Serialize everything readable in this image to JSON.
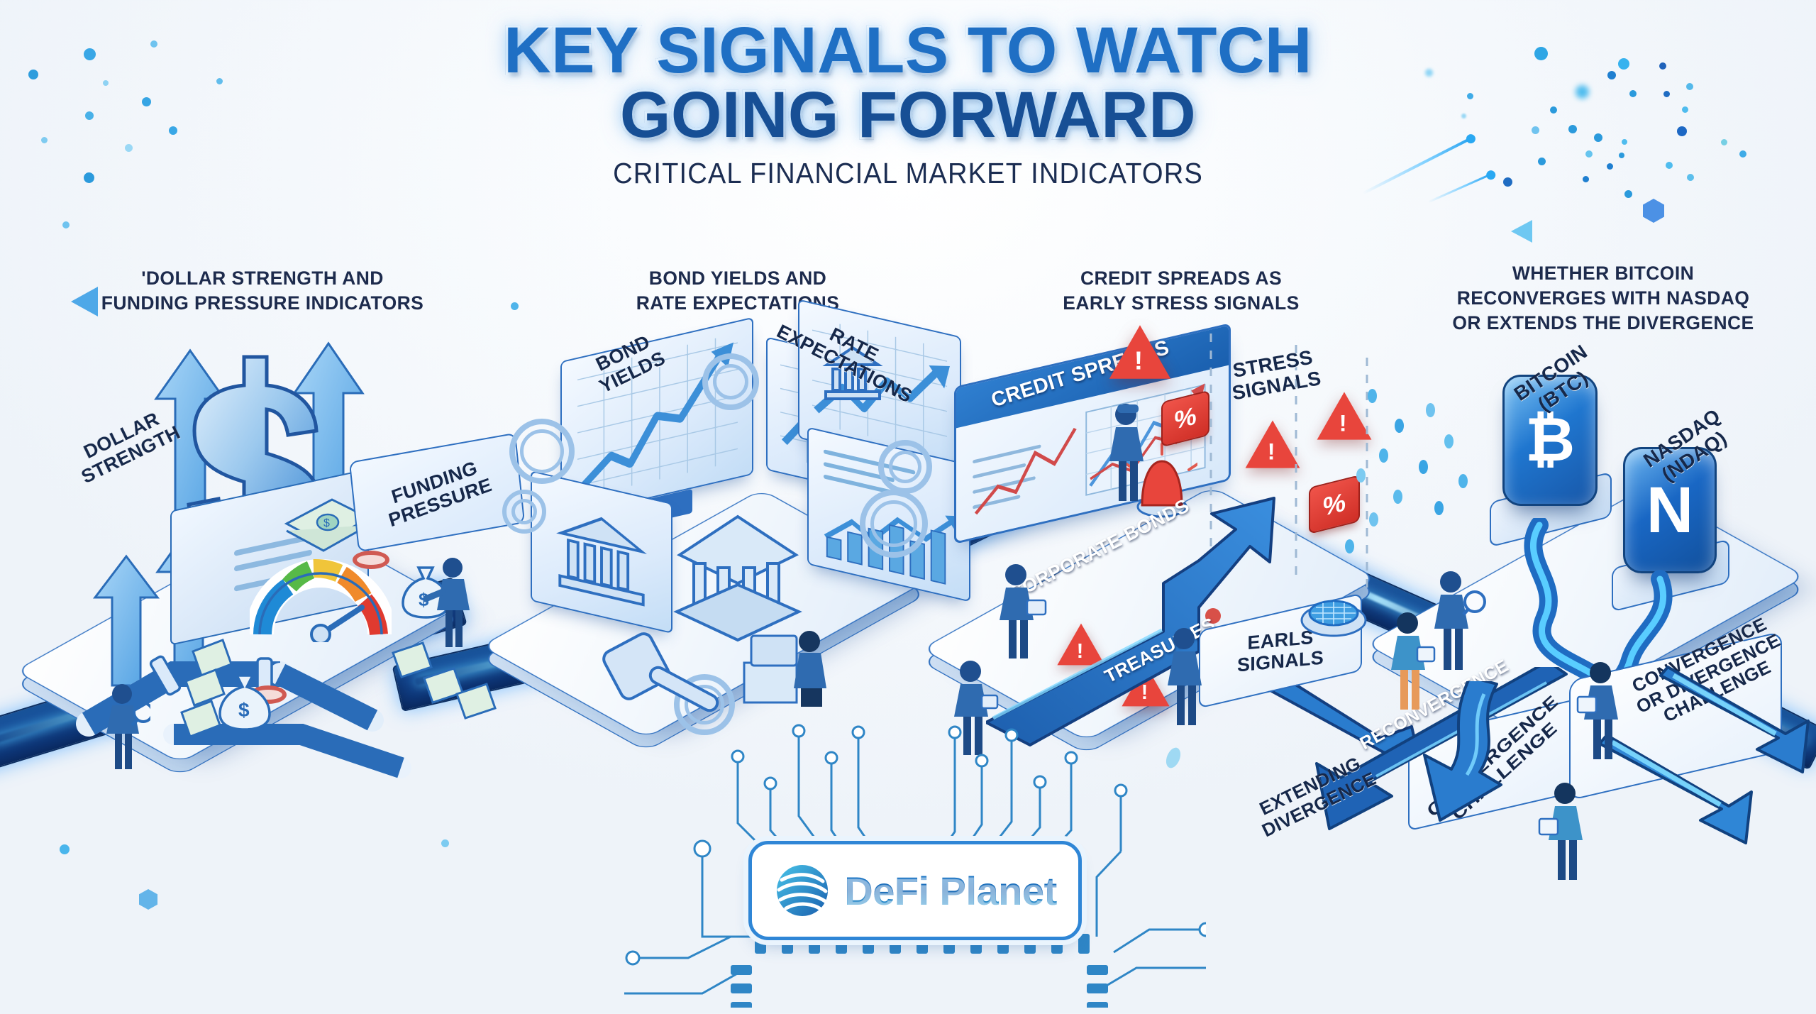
{
  "header": {
    "title_line1": "KEY SIGNALS TO WATCH",
    "title_line2": "GOING FORWARD",
    "subtitle": "CRITICAL FINANCIAL MARKET INDICATORS"
  },
  "columns": [
    {
      "id": "dollar-strength",
      "heading_line1": "'DOLLAR STRENGTH AND",
      "heading_line2": "FUNDING PRESSURE INDICATORS",
      "labels": {
        "left": "DOLLAR\nSTRENGTH",
        "callout": "FUNDING\nPRESSURE"
      }
    },
    {
      "id": "bond-yields",
      "heading_line1": "BOND YIELDS AND",
      "heading_line2": "RATE EXPECTATIONS",
      "labels": {
        "left": "BOND\nYIELDS",
        "right": "RATE\nEXPECTATIONS"
      }
    },
    {
      "id": "credit-spreads",
      "heading_line1": "CREDIT SPREADS AS",
      "heading_line2": "EARLY STRESS SIGNALS",
      "labels": {
        "board": "CREDIT SPREADS",
        "stress": "STRESS\nSIGNALS",
        "corporate": "CORPORATE BONDS",
        "treasuries": "TREASURIES",
        "early": "EARLS\nSIGNALS",
        "pct1": "%",
        "pct2": "%"
      }
    },
    {
      "id": "bitcoin-nasdaq",
      "heading_line1": "WHETHER BITCOIN",
      "heading_line2": "RECONVERGES WITH NASDAQ",
      "heading_line3": "OR EXTENDS THE DIVERGENCE",
      "labels": {
        "btc": "BITCOIN\n(BTC)",
        "ndaq": "NASDAQ\n(NDAQ)",
        "btc_symbol": "₿",
        "ndaq_symbol": "N",
        "convergence_tile": "CONVERGENCE\nCHALLENGE",
        "convergence_or_divergence": "CONVERGENCE\nOR DIVERGENCE\nCHALLENGE",
        "reconvergence": "RECONVERGENCE",
        "extending": "EXTENDING\nDIVERGENCE"
      }
    }
  ],
  "footer": {
    "brand": "DeFi Planet",
    "logo_icon": "globe-icon"
  },
  "colors": {
    "title_blue": "#1d63b6",
    "title_navy": "#123f7d",
    "heading_navy": "#1d2b4d",
    "accent": "#2f86d6",
    "road_blue": "#11418a",
    "alert_red": "#e8453c",
    "gauge_green": "#57b947",
    "gauge_yellow": "#f0c53a",
    "gauge_red": "#e03a2f"
  }
}
